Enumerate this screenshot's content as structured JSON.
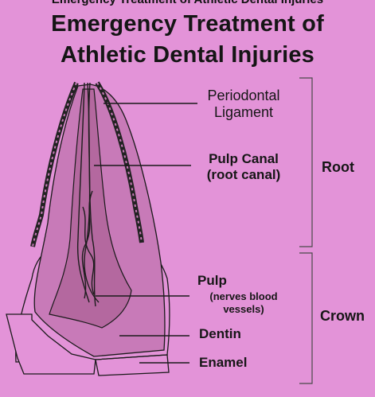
{
  "header": {
    "top_cut_text": "Emergency Treatment of Athletic Dental Injuries",
    "title_line1": "Emergency Treatment of",
    "title_line2": "Athletic Dental Injuries"
  },
  "labels": {
    "periodontal": [
      "Periodontal",
      "Ligament"
    ],
    "pulp_canal": [
      "Pulp Canal",
      "(root canal)"
    ],
    "pulp": "Pulp",
    "pulp_sub": [
      "(nerves blood",
      "vessels)"
    ],
    "dentin": "Dentin",
    "enamel": "Enamel",
    "root": "Root",
    "crown": "Crown"
  },
  "colors": {
    "background": "#e393d8",
    "tooth_fill": "#c87ab8",
    "canal_fill": "#b4689f",
    "ink": "#1a1a1a"
  }
}
